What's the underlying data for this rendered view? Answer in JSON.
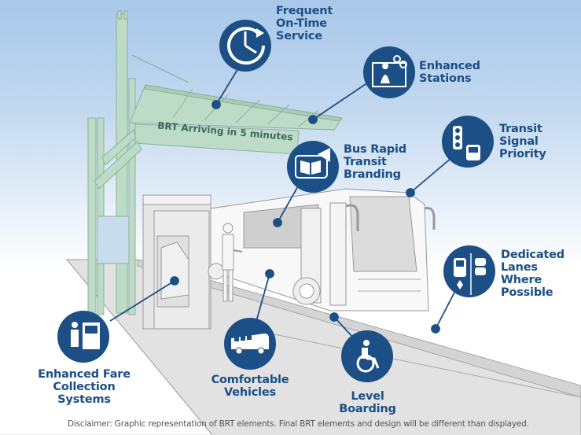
{
  "sign_text": "BRT Arriving in 5 minutes",
  "colors": {
    "icon_fill": "#1c4f85",
    "label_text": "#1c4f85",
    "sky_top": "#a8c8ea",
    "canopy": "#bcdcc8",
    "platform": "#e2e2e2"
  },
  "callouts": [
    {
      "id": "frequent-on-time-service",
      "icon": "clock-icon",
      "lines": [
        "Frequent",
        "On-Time",
        "Service"
      ]
    },
    {
      "id": "enhanced-stations",
      "icon": "station-attendant-icon",
      "lines": [
        "Enhanced",
        "Stations"
      ]
    },
    {
      "id": "transit-signal-priority",
      "icon": "traffic-signal-bus-icon",
      "lines": [
        "Transit",
        "Signal",
        "Priority"
      ]
    },
    {
      "id": "bus-rapid-transit-branding",
      "icon": "megaphone-map-icon",
      "lines": [
        "Bus Rapid",
        "Transit",
        "Branding"
      ]
    },
    {
      "id": "dedicated-lanes",
      "icon": "dedicated-lane-icon",
      "lines": [
        "Dedicated",
        "Lanes",
        "Where",
        "Possible"
      ]
    },
    {
      "id": "enhanced-fare-collection",
      "icon": "fare-machine-icon",
      "lines": [
        "Enhanced Fare",
        "Collection",
        "Systems"
      ]
    },
    {
      "id": "comfortable-vehicles",
      "icon": "bus-icon",
      "lines": [
        "Comfortable",
        "Vehicles"
      ]
    },
    {
      "id": "level-boarding",
      "icon": "wheelchair-icon",
      "lines": [
        "Level",
        "Boarding"
      ]
    }
  ],
  "disclaimer": "Disclaimer: Graphic representation of BRT elements. Final BRT elements and design will be different than displayed."
}
